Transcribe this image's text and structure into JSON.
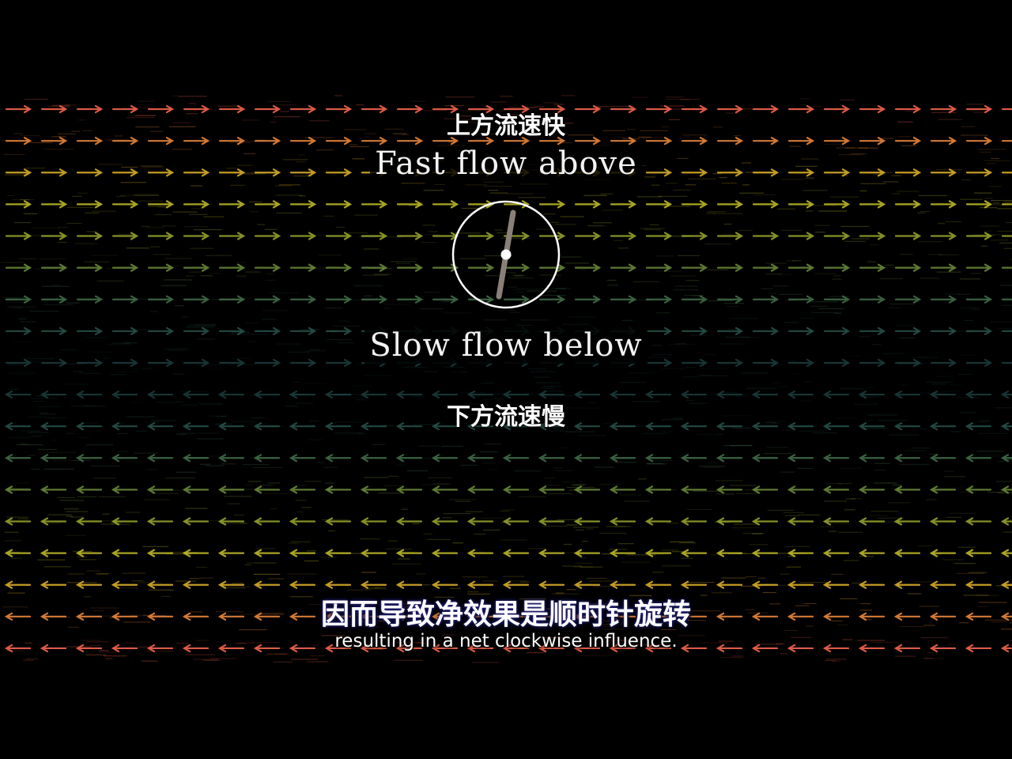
{
  "scene": {
    "top_label_cn": "上方流速快",
    "top_label_en": "Fast flow above",
    "bottom_label_en": "Slow flow below",
    "bottom_label_cn": "下方流速慢"
  },
  "subtitles": {
    "chinese": "因而导致净效果是顺时针旋转",
    "english": "resulting in a net clockwise influence."
  },
  "colors": {
    "background": "#000000",
    "arrow_rows": [
      "#e8604a",
      "#ef8a3c",
      "#f2c12e",
      "#e6e030",
      "#c8d83a",
      "#9ccb55",
      "#6fb87a",
      "#4d9e90",
      "#3f8a8a",
      "#3f8a8a",
      "#4d9e90",
      "#6fb87a",
      "#9ccb55",
      "#c8d83a",
      "#e6e030",
      "#f2c12e",
      "#ef8a3c",
      "#e8604a"
    ],
    "wheel_stroke": "#ffffff",
    "wheel_bar": "#8a8078"
  },
  "icons": {
    "rotating_wheel": "paddle-wheel-icon",
    "flow_right": "arrow-right-icon",
    "flow_left": "arrow-left-icon"
  }
}
